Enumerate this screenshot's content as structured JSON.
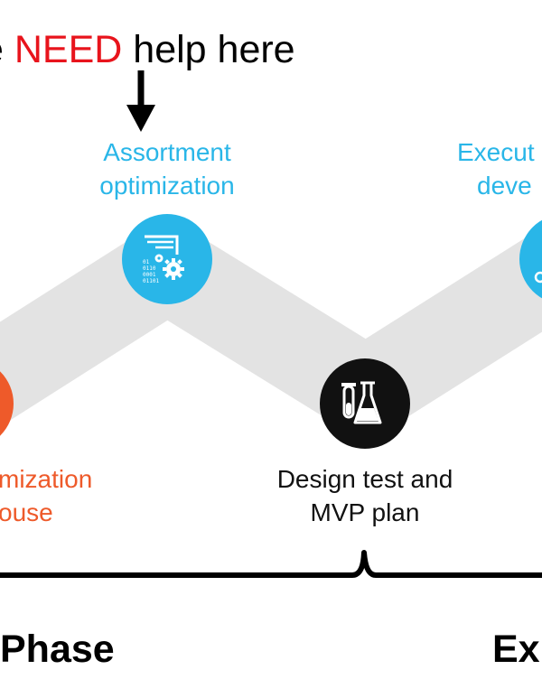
{
  "headline": {
    "prefix": "e ",
    "highlight": "NEED",
    "suffix": " help here"
  },
  "steps": [
    {
      "line1": "Assortment",
      "line2": "optimization",
      "icon": "data-gears-icon"
    },
    {
      "line1": "Execut",
      "line2": "deve",
      "icon": "partial-icon"
    },
    {
      "line1": "mization",
      "line2": "ouse",
      "icon": "orange-circle"
    },
    {
      "line1": "Design test and",
      "line2": "MVP plan",
      "icon": "lab-flask-icon"
    }
  ],
  "phases": {
    "left": "Phase",
    "right": "Ex"
  },
  "colors": {
    "highlight": "#e8141c",
    "blue": "#29b6e8",
    "orange": "#ee5a2a",
    "band": "#e3e3e3",
    "dark": "#111111"
  }
}
